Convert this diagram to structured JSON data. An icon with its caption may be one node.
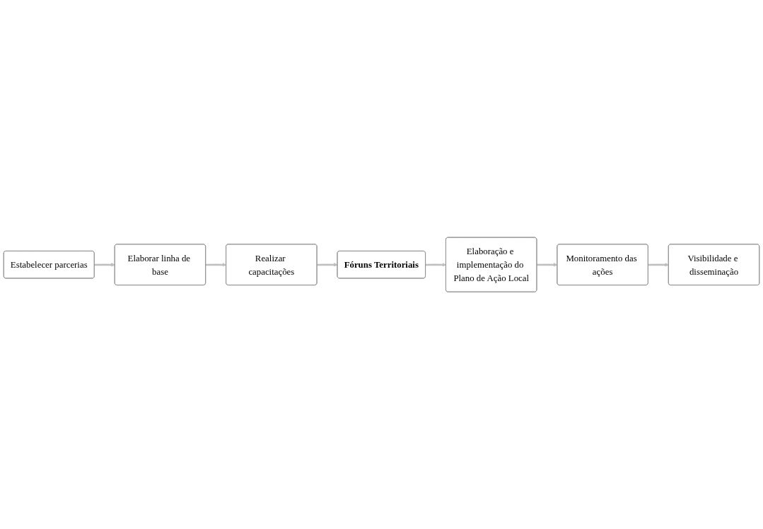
{
  "diagram": {
    "nodes": [
      {
        "text": [
          "Estabelecer parcerias"
        ]
      },
      {
        "text": [
          "Elaborar linha de base"
        ]
      },
      {
        "text": [
          "Realizar capacitações"
        ]
      },
      {
        "text": [
          "Fóruns Territoriais"
        ]
      },
      {
        "text": [
          "Elaboração e implementação do Plano de Ação Local"
        ]
      },
      {
        "text": [
          "Monitoramento das ações"
        ]
      },
      {
        "text": [
          "Visibilidade e disseminação"
        ]
      }
    ],
    "edges": [
      {
        "from": 0,
        "to": 1,
        "arrow": "to"
      },
      {
        "from": 1,
        "to": 2,
        "arrow": "to"
      },
      {
        "from": 2,
        "to": 3,
        "arrow": "to"
      },
      {
        "from": 3,
        "to": 4,
        "arrow": "to"
      },
      {
        "from": 4,
        "to": 5,
        "arrow": "to"
      },
      {
        "from": 5,
        "to": 6,
        "arrow": "to"
      }
    ]
  }
}
